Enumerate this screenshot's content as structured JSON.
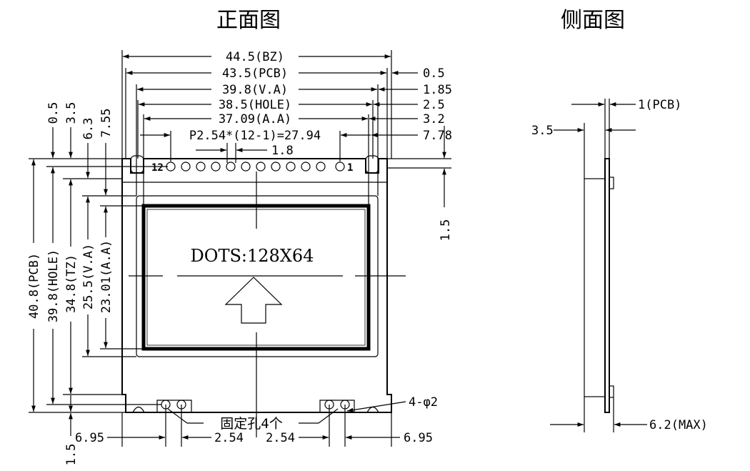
{
  "titles": {
    "front": "正面图",
    "side": "侧面图"
  },
  "front": {
    "top_dims": {
      "bz": "44.5(BZ)",
      "pcb": "43.5(PCB)",
      "va": "39.8(V.A)",
      "hole": "38.5(HOLE)",
      "aa": "37.09(A.A)",
      "pitch": "P2.54*(12-1)=27.94",
      "pad": "1.8"
    },
    "right_dims": {
      "d1": "0.5",
      "d2": "1.85",
      "d3": "2.5",
      "d4": "3.2",
      "d5": "7.78",
      "d6": "1.5"
    },
    "left_top_dims": {
      "d1": "0.5",
      "d2": "3.5",
      "d3": "6.3",
      "d4": "7.55"
    },
    "left_dims": {
      "pcb": "40.8(PCB)",
      "hole": "39.8(HOLE)",
      "tz": "34.8(TZ)",
      "va": "25.5(V.A)",
      "aa": "23.01(A.A)"
    },
    "pins": {
      "first": "12",
      "last": "1"
    },
    "dots_label": "DOTS:128X64",
    "bottom_dims": {
      "left": "6.95",
      "mid_left": "2.54",
      "mid_right": "2.54",
      "right": "6.95",
      "bottom": "1.5"
    },
    "holes_note": "固定孔4个",
    "holes_spec": "4-φ2"
  },
  "side": {
    "pcb": "1(PCB)",
    "left": "3.5",
    "max": "6.2(MAX)"
  }
}
